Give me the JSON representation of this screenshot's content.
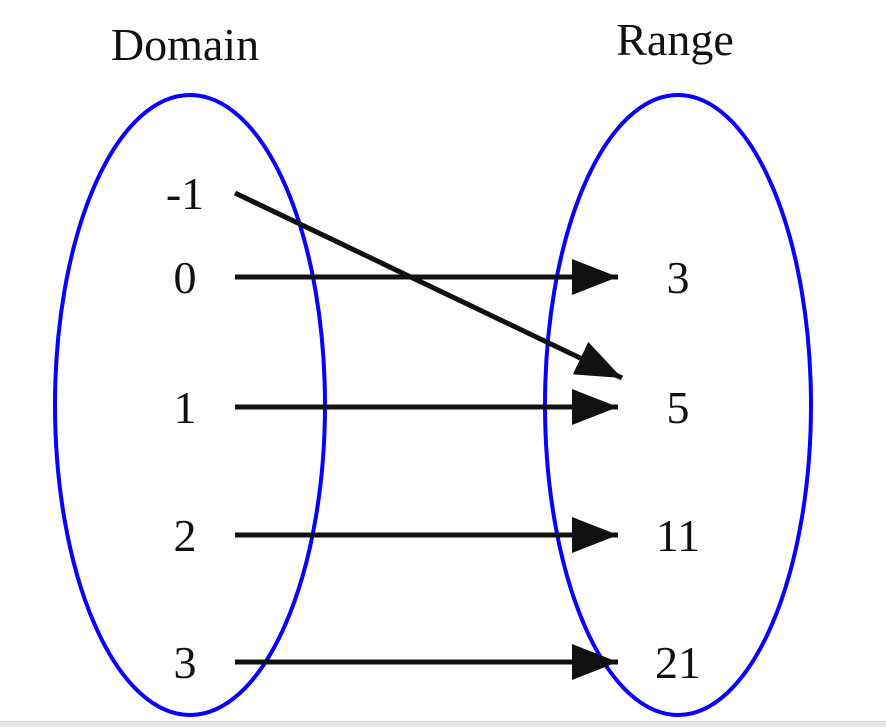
{
  "domain_title": "Domain",
  "range_title": "Range",
  "domain": [
    "-1",
    "0",
    "1",
    "2",
    "3"
  ],
  "range": [
    "3",
    "5",
    "11",
    "21"
  ],
  "mappings": [
    {
      "from": "-1",
      "to": "5"
    },
    {
      "from": "0",
      "to": "3"
    },
    {
      "from": "1",
      "to": "5"
    },
    {
      "from": "2",
      "to": "11"
    },
    {
      "from": "3",
      "to": "21"
    }
  ],
  "colors": {
    "ellipse": "#0a00ff",
    "arrow": "#111111"
  }
}
